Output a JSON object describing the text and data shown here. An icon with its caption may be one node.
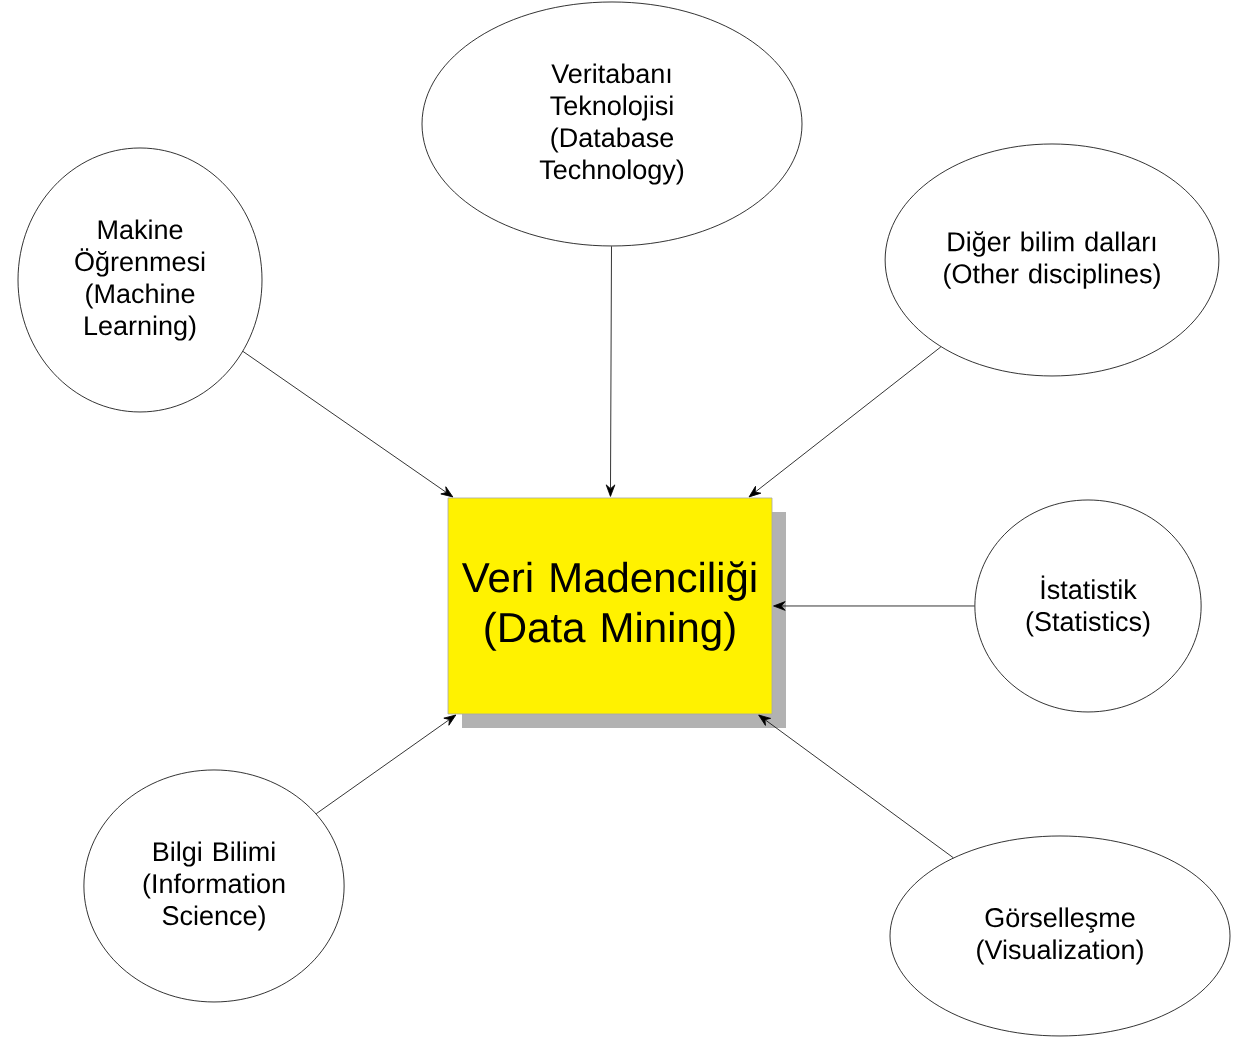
{
  "diagram": {
    "nodes": [
      {
        "text": [
          "Veritabanı Teknolojisi (Database Technology)"
        ]
      },
      {
        "text": [
          "Makine Öğrenmesi (Machine Learning)"
        ]
      },
      {
        "text": [
          "Diğer bilim dalları (Other disciplines)"
        ]
      },
      {
        "text": [
          "Veri Madenciliği (Data Mining)"
        ]
      },
      {
        "text": [
          "İstatistik (Statistics)"
        ]
      },
      {
        "text": [
          "Bilgi Bilimi (Information Science)"
        ]
      },
      {
        "text": [
          "Görselleşme (Visualization)"
        ]
      }
    ],
    "edges": [
      {
        "from": 0,
        "to": 3,
        "arrow": "to"
      },
      {
        "from": 1,
        "to": 3,
        "arrow": "to"
      },
      {
        "from": 2,
        "to": 3,
        "arrow": "to"
      },
      {
        "from": 4,
        "to": 3,
        "arrow": "to"
      },
      {
        "from": 5,
        "to": 3,
        "arrow": "to"
      },
      {
        "from": 6,
        "to": 3,
        "arrow": "to"
      }
    ]
  }
}
